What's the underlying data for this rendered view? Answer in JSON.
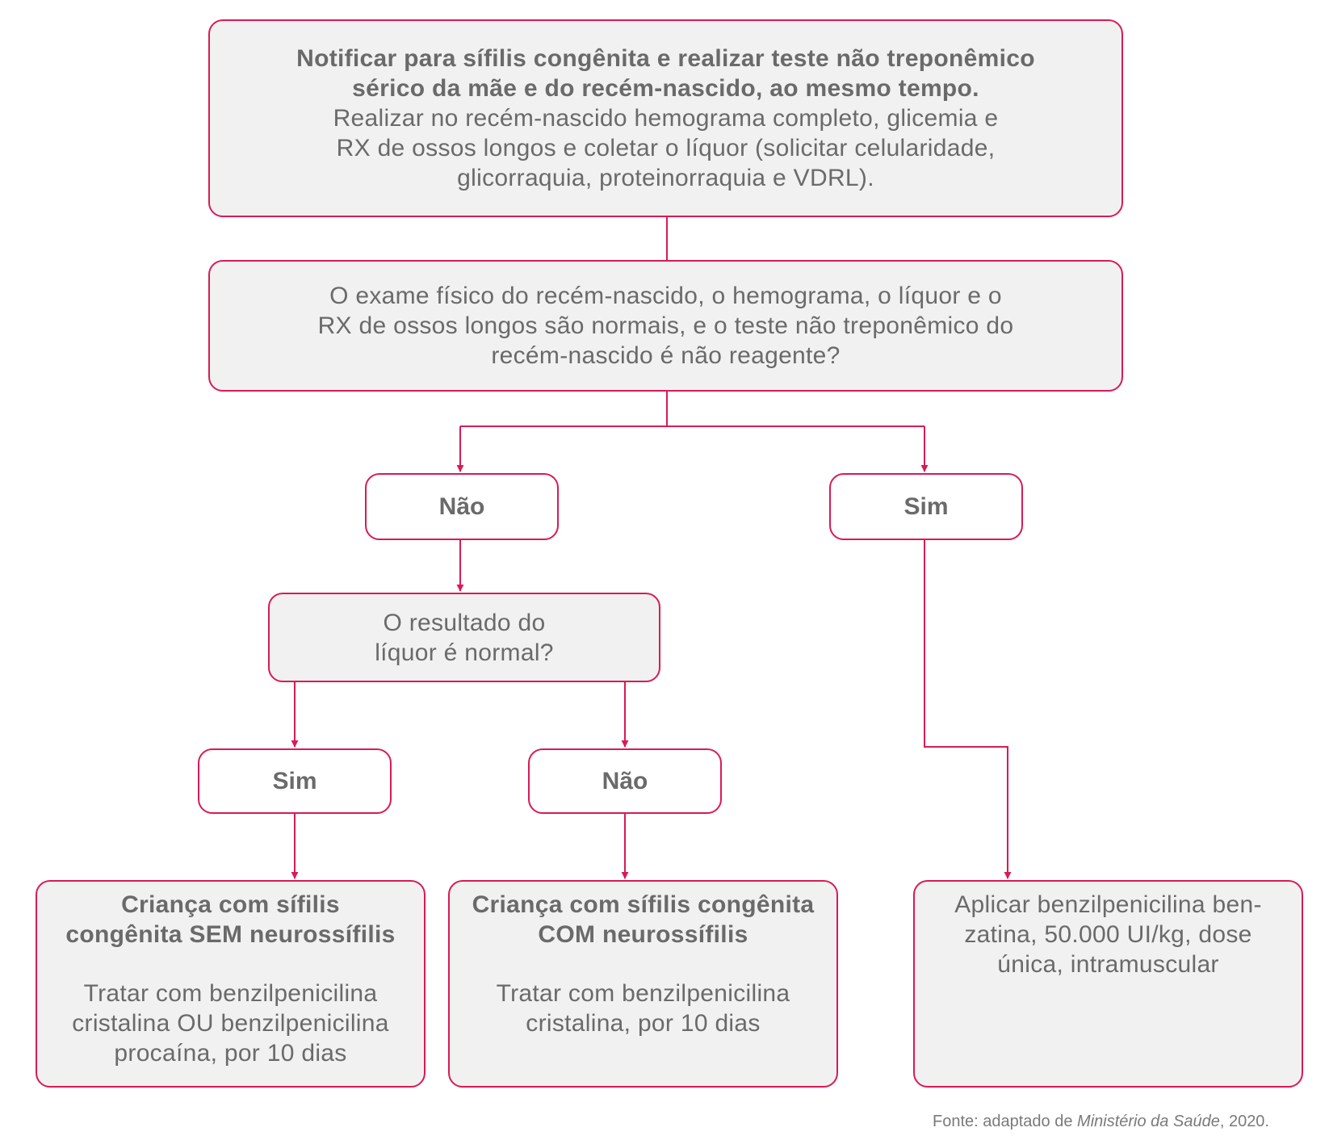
{
  "colors": {
    "accent": "#d81b55",
    "box_fill": "#f1f1f1",
    "text": "#6a6a6a"
  },
  "box1": {
    "bold_lines": [
      "Notificar para sífilis congênita e realizar teste não treponêmico",
      "sérico da mãe e do recém-nascido, ao mesmo tempo."
    ],
    "lines": [
      "Realizar no recém-nascido hemograma completo, glicemia e",
      "RX de ossos longos e coletar o líquor (solicitar celularidade,",
      "glicorraquia, proteinorraquia e VDRL)."
    ]
  },
  "box2": {
    "lines": [
      "O exame físico do recém-nascido, o hemograma, o líquor e o",
      "RX de ossos longos são normais, e o teste não treponêmico do",
      "recém-nascido é não reagente?"
    ]
  },
  "branch_no": "Não",
  "branch_yes": "Sim",
  "box3": {
    "lines": [
      "O resultado do",
      "líquor é normal?"
    ]
  },
  "branch_csf_yes": "Sim",
  "branch_csf_no": "Não",
  "result_sem": {
    "bold_lines": [
      "Criança com sífilis",
      "congênita SEM neurossífilis"
    ],
    "lines": [
      "Tratar com benzilpenicilina",
      "cristalina OU benzilpenicilina",
      "procaína, por 10 dias"
    ]
  },
  "result_com": {
    "bold_lines": [
      "Criança com sífilis congênita",
      "COM neurossífilis"
    ],
    "lines": [
      "Tratar com benzilpenicilina",
      "cristalina, por 10 dias"
    ]
  },
  "result_benzatina": {
    "lines": [
      "Aplicar benzilpenicilina ben-",
      "zatina, 50.000 UI/kg, dose",
      "única, intramuscular"
    ]
  },
  "source": {
    "prefix": "Fonte: adaptado de ",
    "ref": "Ministério da Saúde",
    "suffix": ", 2020."
  }
}
